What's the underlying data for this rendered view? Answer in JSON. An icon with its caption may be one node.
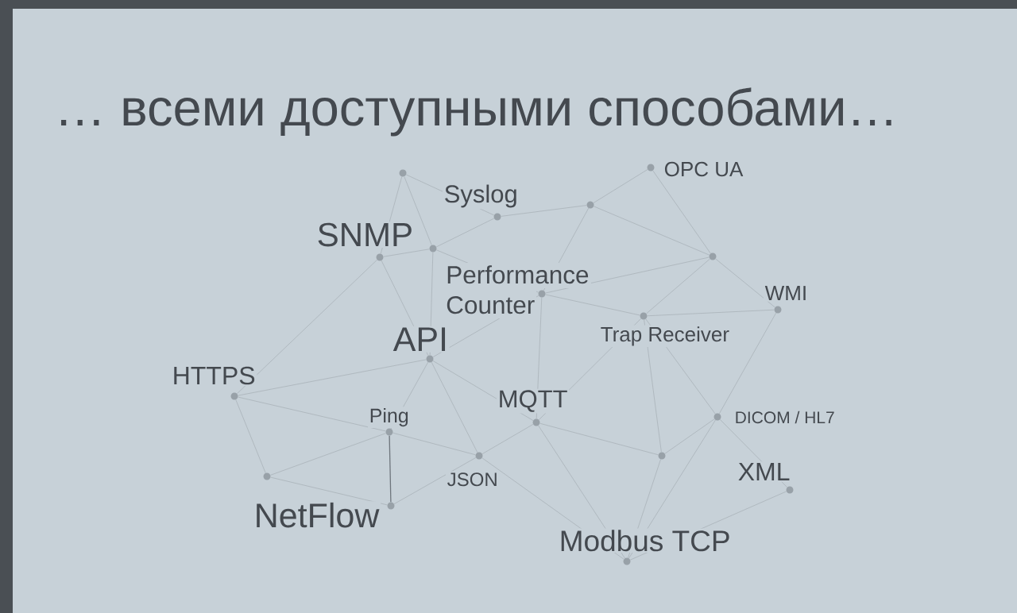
{
  "diagram": {
    "title": "… всеми доступными способами…",
    "nodes": [
      {
        "text": [],
        "shape": "circle",
        "beside": [
          "OPC UA"
        ]
      },
      {
        "text": [],
        "shape": "circle"
      },
      {
        "text": [],
        "shape": "circle"
      },
      {
        "text": [],
        "shape": "circle",
        "beside": [
          "Syslog"
        ]
      },
      {
        "text": [],
        "shape": "circle"
      },
      {
        "text": [],
        "shape": "circle",
        "beside": [
          "SNMP"
        ]
      },
      {
        "text": [],
        "shape": "circle"
      },
      {
        "text": [],
        "shape": "circle",
        "beside": [
          "Performance Counter"
        ]
      },
      {
        "text": [],
        "shape": "circle",
        "beside": [
          "WMI"
        ]
      },
      {
        "text": [],
        "shape": "circle",
        "beside": [
          "Trap Receiver"
        ]
      },
      {
        "text": [],
        "shape": "circle",
        "beside": [
          "API"
        ]
      },
      {
        "text": [],
        "shape": "circle",
        "beside": [
          "HTTPS"
        ]
      },
      {
        "text": [],
        "shape": "circle",
        "beside": [
          "DICOM / HL7"
        ]
      },
      {
        "text": [],
        "shape": "circle",
        "beside": [
          "MQTT"
        ]
      },
      {
        "text": [],
        "shape": "circle",
        "beside": [
          "Ping"
        ]
      },
      {
        "text": [],
        "shape": "circle",
        "beside": [
          "JSON"
        ]
      },
      {
        "text": [],
        "shape": "circle"
      },
      {
        "text": [],
        "shape": "circle"
      },
      {
        "text": [],
        "shape": "circle",
        "beside": [
          "XML"
        ]
      },
      {
        "text": [],
        "shape": "circle",
        "beside": [
          "NetFlow"
        ]
      },
      {
        "text": [],
        "shape": "circle",
        "beside": [
          "Modbus TCP"
        ]
      }
    ],
    "edges": [
      {
        "from": 1,
        "to": 3,
        "arrow": "none"
      },
      {
        "from": 1,
        "to": 4,
        "arrow": "none"
      },
      {
        "from": 1,
        "to": 5,
        "arrow": "none"
      },
      {
        "from": 5,
        "to": 4,
        "arrow": "none"
      },
      {
        "from": 4,
        "to": 3,
        "arrow": "none"
      },
      {
        "from": 4,
        "to": 7,
        "arrow": "none"
      },
      {
        "from": 4,
        "to": 10,
        "arrow": "none"
      },
      {
        "from": 5,
        "to": 10,
        "arrow": "none"
      },
      {
        "from": 5,
        "to": 11,
        "arrow": "none"
      },
      {
        "from": 10,
        "to": 7,
        "arrow": "none"
      },
      {
        "from": 10,
        "to": 11,
        "arrow": "none"
      },
      {
        "from": 3,
        "to": 2,
        "arrow": "none"
      },
      {
        "from": 2,
        "to": 0,
        "arrow": "none"
      },
      {
        "from": 2,
        "to": 6,
        "arrow": "none"
      },
      {
        "from": 2,
        "to": 7,
        "arrow": "none"
      },
      {
        "from": 0,
        "to": 6,
        "arrow": "none"
      },
      {
        "from": 6,
        "to": 8,
        "arrow": "none"
      },
      {
        "from": 6,
        "to": 7,
        "arrow": "none"
      },
      {
        "from": 6,
        "to": 9,
        "arrow": "none"
      },
      {
        "from": 7,
        "to": 9,
        "arrow": "none"
      },
      {
        "from": 9,
        "to": 8,
        "arrow": "none"
      },
      {
        "from": 7,
        "to": 13,
        "arrow": "none"
      },
      {
        "from": 9,
        "to": 13,
        "arrow": "none"
      },
      {
        "from": 9,
        "to": 16,
        "arrow": "none"
      },
      {
        "from": 9,
        "to": 12,
        "arrow": "none"
      },
      {
        "from": 8,
        "to": 12,
        "arrow": "none"
      },
      {
        "from": 11,
        "to": 14,
        "arrow": "none"
      },
      {
        "from": 11,
        "to": 17,
        "arrow": "none"
      },
      {
        "from": 17,
        "to": 14,
        "arrow": "none"
      },
      {
        "from": 17,
        "to": 19,
        "arrow": "none"
      },
      {
        "from": 14,
        "to": 19,
        "arrow": "none",
        "color": "#6e757c"
      },
      {
        "from": 14,
        "to": 10,
        "arrow": "none"
      },
      {
        "from": 14,
        "to": 15,
        "arrow": "none"
      },
      {
        "from": 10,
        "to": 15,
        "arrow": "none"
      },
      {
        "from": 10,
        "to": 13,
        "arrow": "none"
      },
      {
        "from": 19,
        "to": 15,
        "arrow": "none"
      },
      {
        "from": 15,
        "to": 13,
        "arrow": "none"
      },
      {
        "from": 15,
        "to": 20,
        "arrow": "none"
      },
      {
        "from": 13,
        "to": 16,
        "arrow": "none"
      },
      {
        "from": 13,
        "to": 20,
        "arrow": "none"
      },
      {
        "from": 16,
        "to": 12,
        "arrow": "none"
      },
      {
        "from": 16,
        "to": 20,
        "arrow": "none"
      },
      {
        "from": 12,
        "to": 20,
        "arrow": "none"
      },
      {
        "from": 12,
        "to": 18,
        "arrow": "none"
      },
      {
        "from": 18,
        "to": 20,
        "arrow": "none"
      }
    ]
  }
}
